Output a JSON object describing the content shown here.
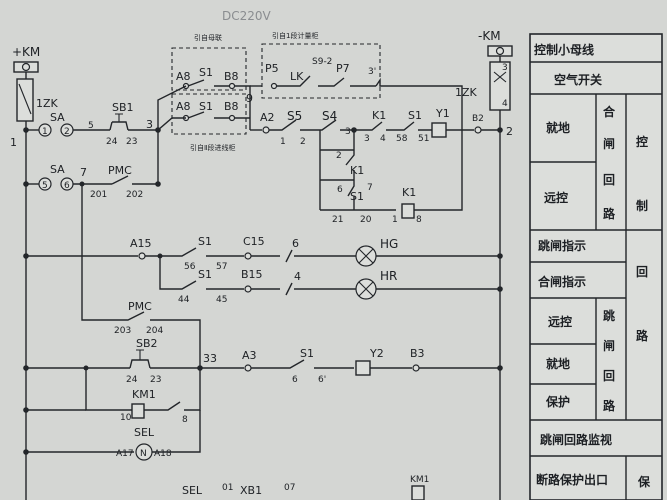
{
  "power": {
    "title": "DC220V",
    "plus": "+KM",
    "minus": "-KM",
    "fuse_left": "1ZK",
    "fuse_right": "1ZK",
    "node_left": "1",
    "node_right": "2"
  },
  "top_notes": {
    "mother": "引自母联",
    "meter": "引自1段计量柜",
    "section2": "引自Ⅱ段进线柜"
  },
  "sw": {
    "sa": "SA",
    "sa_t1": "1",
    "sa_t2": "2",
    "sa_t5": "5",
    "sa_t6": "6",
    "sb1": "SB1",
    "sb1_w": "5",
    "sb1_a": "24",
    "sb1_b": "23",
    "n3": "3",
    "pmc": "PMC",
    "pmc_a": "201",
    "pmc_b": "202",
    "w7": "7",
    "a8a": "A8",
    "s1a": "S1",
    "b8a": "B8",
    "a8b": "A8",
    "s1b": "S1",
    "b8b": "B8",
    "n9": "9",
    "p5": "P5",
    "lk": "LK",
    "s92": "S9-2",
    "p7": "P7",
    "p7t": "3'",
    "a2": "A2",
    "s5": "S5",
    "s4": "S4",
    "s5t1": "1",
    "s5t2": "2",
    "k1a": "K1",
    "s1c": "S1",
    "y1": "Y1",
    "b2": "B2",
    "k1a_3": "3",
    "k1a_4": "4",
    "s1c_58": "58",
    "s1c_51": "51",
    "k1b": "K1",
    "k1b_t": "2",
    "s1d": "S1",
    "s1d_6": "6",
    "s1d_7": "7",
    "k1c": "K1",
    "k1c_1": "1",
    "k1c_8": "8",
    "n21": "21",
    "n20": "20",
    "a15": "A15",
    "s1e": "S1",
    "c15": "C15",
    "w6": "6",
    "hg": "HG",
    "n56": "56",
    "n57": "57",
    "s1f": "S1",
    "b15": "B15",
    "w4": "4",
    "hr": "HR",
    "n44": "44",
    "n45": "45",
    "pmc2": "PMC",
    "pmc2_a": "203",
    "pmc2_b": "204",
    "sb2": "SB2",
    "sb2_a": "24",
    "sb2_b": "23",
    "n33": "33",
    "a3": "A3",
    "s1g": "S1",
    "y2": "Y2",
    "b3": "B3",
    "s1g_6": "6",
    "s1g_6p": "6'",
    "km1": "KM1",
    "km1_10": "10",
    "km1_8": "8",
    "sel": "SEL",
    "a17": "A17",
    "a18": "A18",
    "sel_mark": "N",
    "sel2": "SEL",
    "n01": "01",
    "xb1": "XB1",
    "n07": "07",
    "km1b": "KM1"
  },
  "table": {
    "header": "控制小母线",
    "air": "空气开关",
    "local1": "就地",
    "close1": "合",
    "close2": "闸",
    "close3": "回",
    "close4": "路",
    "ctrl1": "控",
    "ctrl2": "制",
    "ctrl3": "回",
    "ctrl4": "路",
    "remote1": "远控",
    "trip_ind": "跳闸指示",
    "close_ind": "合闸指示",
    "remote2": "远控",
    "trip1": "跳",
    "trip2": "闸",
    "trip3": "回",
    "trip4": "路",
    "local2": "就地",
    "protect": "保护",
    "trip_mon": "跳闸回路监视",
    "broken": "断路保护出口",
    "protect2": "保"
  }
}
